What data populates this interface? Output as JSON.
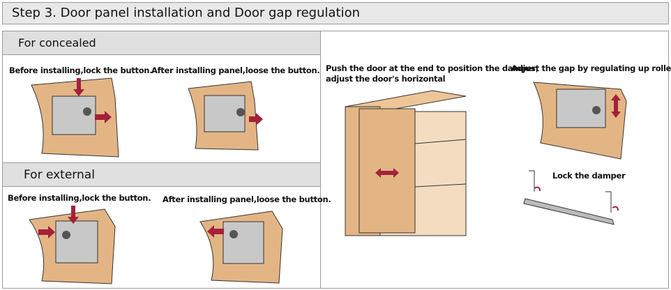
{
  "title": "Step 3.  Door panel installation and Door gap regulation",
  "concealed": {
    "header": "For concealed",
    "caption_before": "Before installing,lock the button.",
    "caption_after": "After installing panel,loose the button."
  },
  "external": {
    "header": "For external",
    "caption_before": "Before installing,lock the button.",
    "caption_after": "After installing panel,loose the button."
  },
  "right": {
    "caption_push_line1": "Push the door at the end to position the damper;",
    "caption_push_line2": "adjust the door's horizontal",
    "caption_adjust": "Adjust the gap by regulating up roller",
    "caption_lock": "Lock the damper"
  },
  "colors": {
    "wood": "#e3b584",
    "arrow": "#a3213a",
    "header_bg": "#e0e0e0"
  }
}
